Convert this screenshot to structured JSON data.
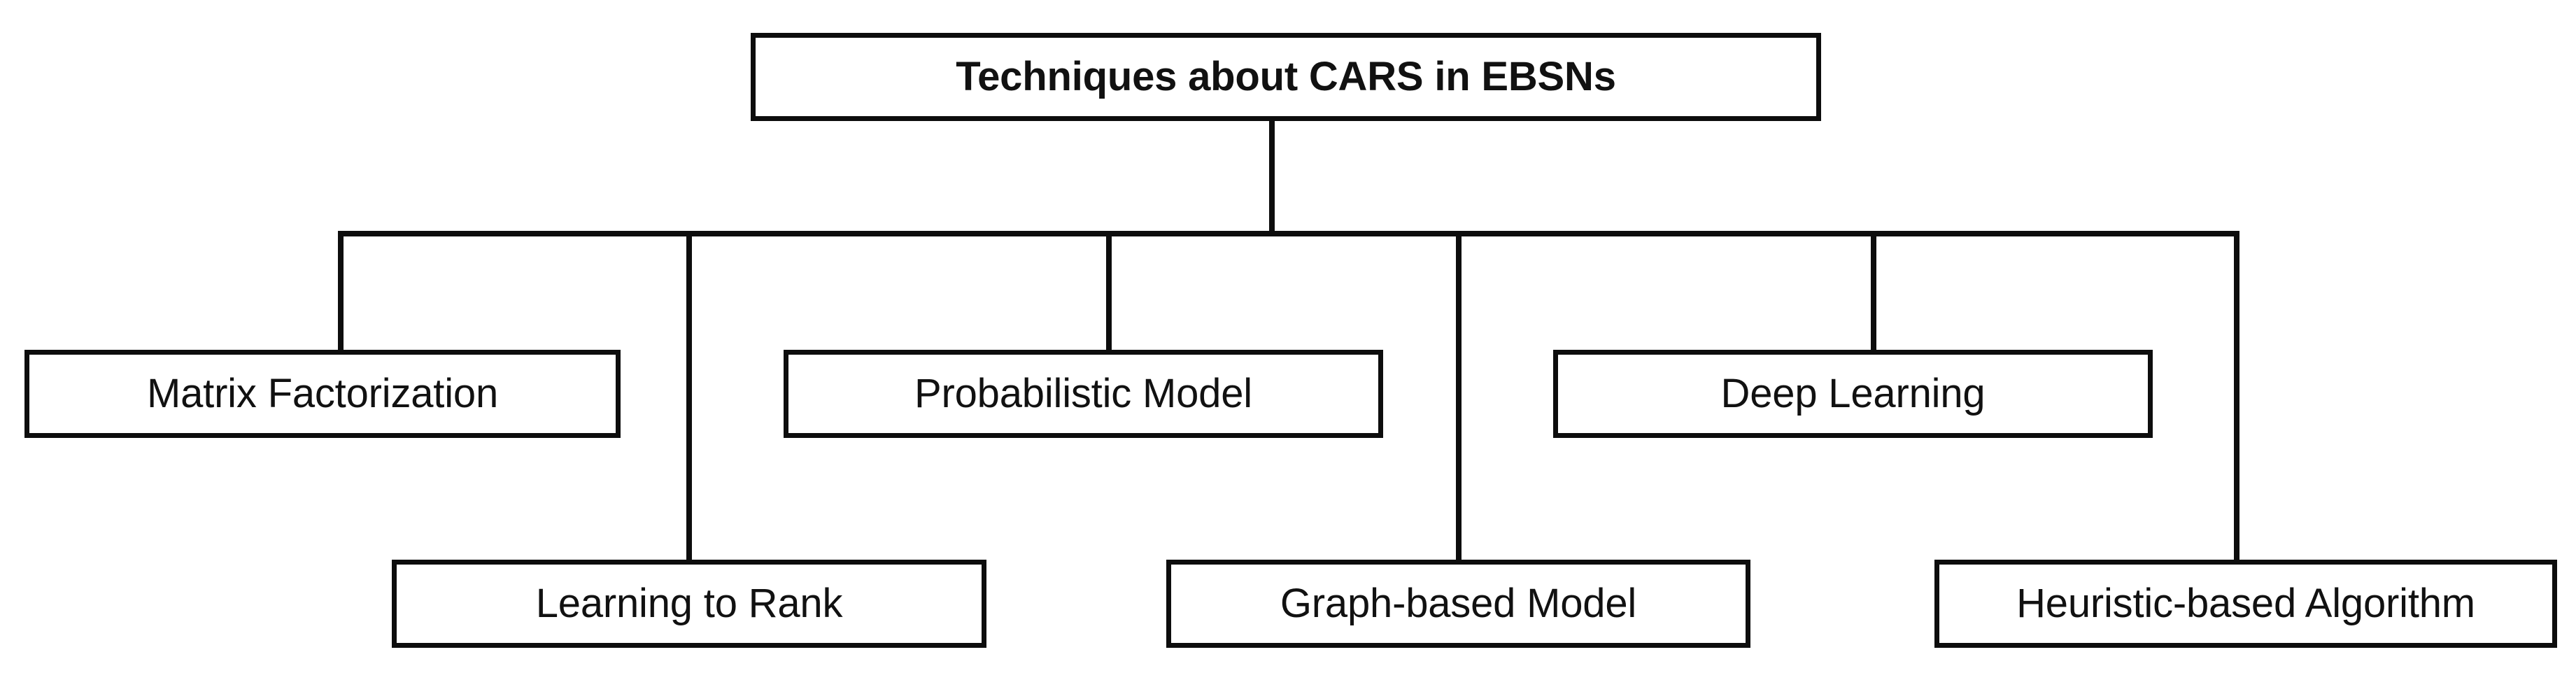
{
  "diagram": {
    "type": "tree-hierarchy",
    "orientation": "top-down",
    "title": "Techniques about CARS in EBSNs",
    "line_color": "#0d0d0d",
    "box_fill": "#ffffff",
    "text_color": "#111111",
    "root": {
      "id": "root",
      "label": "Techniques about CARS in EBSNs"
    },
    "children": [
      {
        "id": "matrix-factorization",
        "label": "Matrix Factorization",
        "row": "upper"
      },
      {
        "id": "learning-to-rank",
        "label": "Learning to Rank",
        "row": "lower"
      },
      {
        "id": "probabilistic-model",
        "label": "Probabilistic Model",
        "row": "upper"
      },
      {
        "id": "graph-based-model",
        "label": "Graph-based Model",
        "row": "lower"
      },
      {
        "id": "deep-learning",
        "label": "Deep Learning",
        "row": "upper"
      },
      {
        "id": "heuristic-based-algorithm",
        "label": "Heuristic-based Algorithm",
        "row": "lower"
      }
    ]
  }
}
